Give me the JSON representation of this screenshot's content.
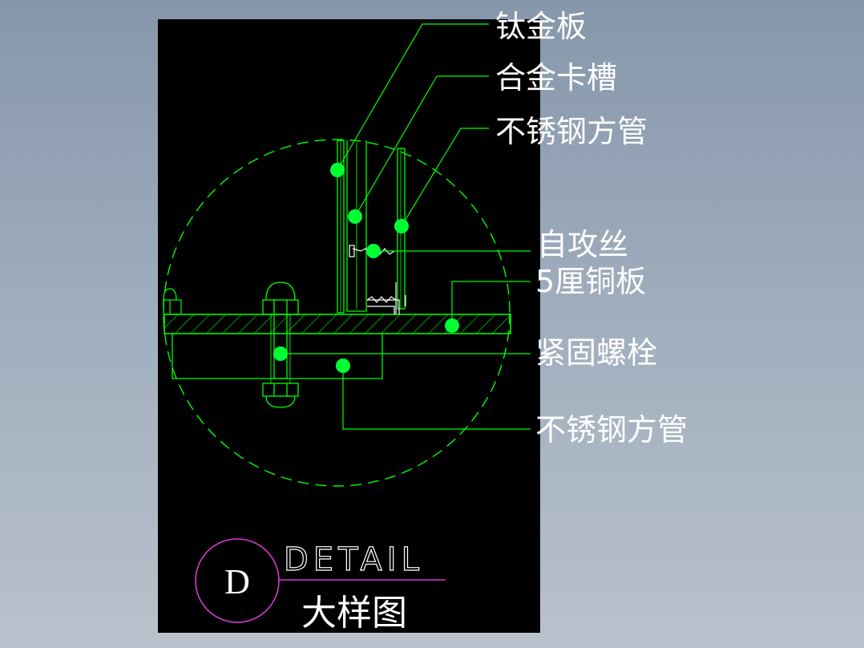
{
  "callouts": {
    "titanium_plate": "钛金板",
    "alloy_channel": "合金卡槽",
    "ss_square_tube_top": "不锈钢方管",
    "self_tapping_screw": "自攻丝",
    "copper_plate": "5厘铜板",
    "fastening_bolt": "紧固螺栓",
    "ss_square_tube_bottom": "不锈钢方管"
  },
  "title_block": {
    "symbol_letter": "D",
    "english_title": "DETAIL",
    "chinese_title": "大样图"
  },
  "colors": {
    "drawing_bg": "#000000",
    "linework": "#00ff00",
    "node_marker": "#00ff33",
    "title_symbol": "#d63bd6",
    "text": "#ffffff"
  }
}
